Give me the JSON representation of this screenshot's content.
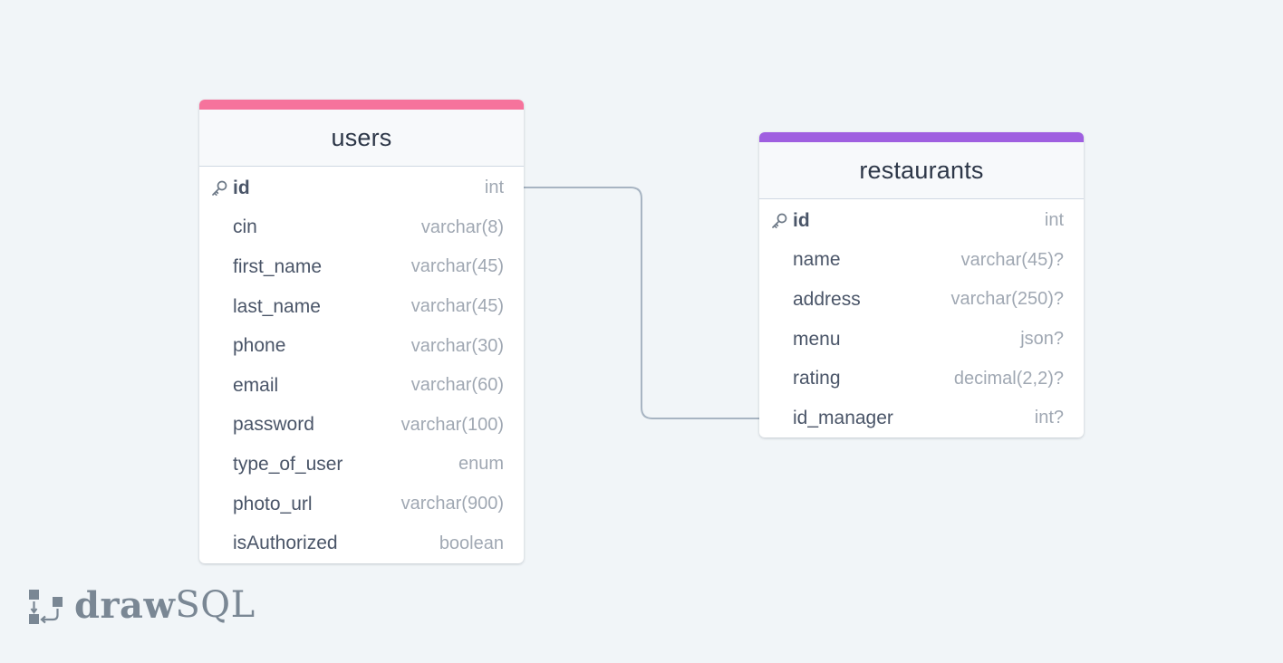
{
  "tables": [
    {
      "name": "users",
      "accent": "#f6739c",
      "columns": [
        {
          "name": "id",
          "type": "int",
          "primary_key": true
        },
        {
          "name": "cin",
          "type": "varchar(8)"
        },
        {
          "name": "first_name",
          "type": "varchar(45)"
        },
        {
          "name": "last_name",
          "type": "varchar(45)"
        },
        {
          "name": "phone",
          "type": "varchar(30)"
        },
        {
          "name": "email",
          "type": "varchar(60)"
        },
        {
          "name": "password",
          "type": "varchar(100)"
        },
        {
          "name": "type_of_user",
          "type": "enum"
        },
        {
          "name": "photo_url",
          "type": "varchar(900)"
        },
        {
          "name": "isAuthorized",
          "type": "boolean"
        }
      ]
    },
    {
      "name": "restaurants",
      "accent": "#9f5fe0",
      "columns": [
        {
          "name": "id",
          "type": "int",
          "primary_key": true
        },
        {
          "name": "name",
          "type": "varchar(45)?"
        },
        {
          "name": "address",
          "type": "varchar(250)?"
        },
        {
          "name": "menu",
          "type": "json?"
        },
        {
          "name": "rating",
          "type": "decimal(2,2)?"
        },
        {
          "name": "id_manager",
          "type": "int?"
        }
      ]
    }
  ],
  "relations": [
    {
      "from": "users.id",
      "to": "restaurants.id_manager",
      "color": "#a7b4c2"
    }
  ],
  "brand": {
    "logo_icon": "drawsql-logo-icon",
    "name_bold": "draw",
    "name_light": "SQL"
  }
}
